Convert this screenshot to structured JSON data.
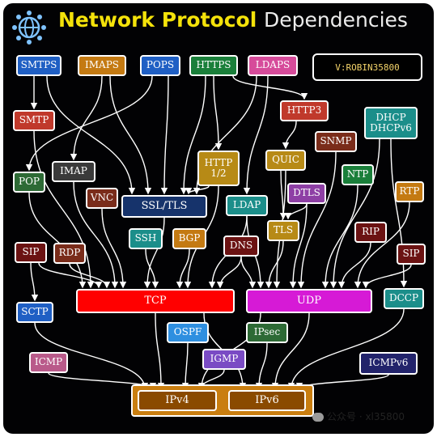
{
  "title_part1": "Network Protocol",
  "title_part2": "Dependencies",
  "watermark": "V:ROBIN35800",
  "footer": "公众号 · xl35800",
  "protocols": {
    "smtps": "SMTPS",
    "imaps": "IMAPS",
    "pops": "POPS",
    "https": "HTTPS",
    "ldaps": "LDAPS",
    "smtp": "SMTP",
    "http3": "HTTP3",
    "dhcp": "DHCP\nDHCPv6",
    "imap": "IMAP",
    "http12": "HTTP\n1/2",
    "quic": "QUIC",
    "snmp": "SNMP",
    "pop": "POP",
    "vnc": "VNC",
    "ssltls": "SSL/TLS",
    "ldap": "LDAP",
    "dtls": "DTLS",
    "ntp": "NTP",
    "rtp": "RTP",
    "tls": "TLS",
    "ssh": "SSH",
    "bgp": "BGP",
    "dns": "DNS",
    "rip": "RIP",
    "sip_left": "SIP",
    "rdp": "RDP",
    "sip_right": "SIP",
    "tcp": "TCP",
    "udp": "UDP",
    "sctp": "SCTP",
    "dccp": "DCCP",
    "ospf": "OSPF",
    "ipsec": "IPsec",
    "igmp": "IGMP",
    "icmp": "ICMP",
    "icmpv6": "ICMPv6",
    "ipv4": "IPv4",
    "ipv6": "IPv6"
  },
  "colors": {
    "blue": "#1f5fc4",
    "orange": "#c47a12",
    "green": "#1a7f3a",
    "pink": "#d64b9a",
    "red": "#c0392b",
    "teal": "#1b8e8a",
    "gold": "#b78a16",
    "maroon": "#7a2c1a",
    "purple": "#8e3fa5",
    "darkgreen": "#2d6a35",
    "navy": "#16336b",
    "darkred": "#6b1212",
    "tcp": "#ff0000",
    "udp": "#d61ad6",
    "lightblue": "#2e8fe0",
    "violet": "#7a4bc4",
    "rose": "#b95a8a",
    "indigo": "#22236b",
    "bus": "#d68410"
  }
}
